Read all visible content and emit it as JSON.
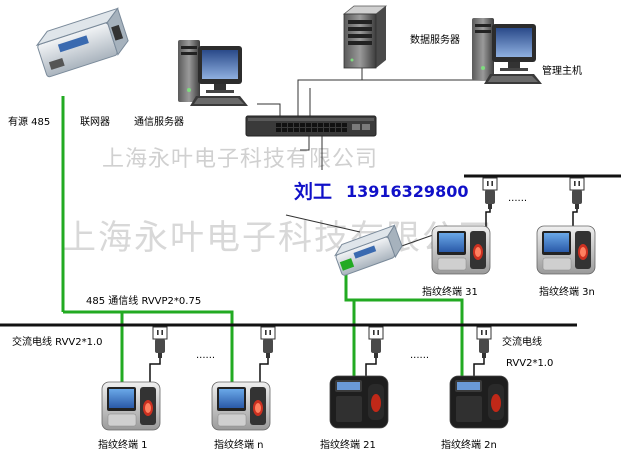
{
  "watermark": {
    "line1": "上海永叶电子科技有限公司",
    "line2": "上海永叶电子科技有限公司"
  },
  "contact": {
    "name": "刘工",
    "phone": "13916329800"
  },
  "devices": {
    "data_server": "数据服务器",
    "management_host": "管理主机",
    "comm_server": "通信服务器",
    "networker": "联网器",
    "active_485": "有源 485"
  },
  "terminals": {
    "t31": "指纹终端 31",
    "t3n": "指纹终端 3n",
    "t1": "指纹终端 1",
    "tn": "指纹终端 n",
    "t21": "指纹终端 21",
    "t2n": "指纹终端 2n"
  },
  "wires": {
    "rs485": "485 通信线 RVVP2*0.75",
    "ac_left": "交流电线 RVV2*1.0",
    "ac_right_1": "交流电线",
    "ac_right_2": "RVV2*1.0"
  },
  "ellipsis": "......",
  "colors": {
    "rs485_line": "#22aa22",
    "power_line": "#111111",
    "contact_text": "#1010c8",
    "watermark": "#d0d0d0"
  }
}
